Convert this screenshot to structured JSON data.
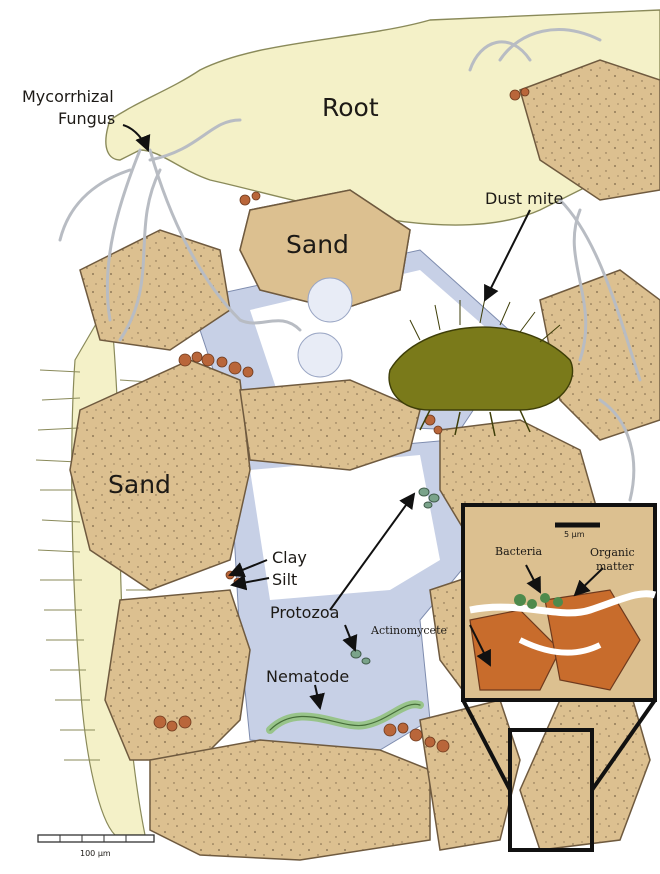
{
  "labels": {
    "mycorrhizal_line1": "Mycorrhizal",
    "mycorrhizal_line2": "Fungus",
    "root": "Root",
    "dust_mite": "Dust mite",
    "sand_upper": "Sand",
    "sand_left": "Sand",
    "clay": "Clay",
    "silt": "Silt",
    "protozoa": "Protozoa",
    "nematode": "Nematode",
    "actinomycete": "Actinomycete",
    "bacteria": "Bacteria",
    "organic_matter_line1": "Organic",
    "organic_matter_line2": "matter",
    "inset_scale": "5 µm",
    "main_scale": "100 µm"
  },
  "colors": {
    "sand": "#dcc090",
    "root": "#f4f1c8",
    "pore_water": "#c7d0e6",
    "clay_silt": "#b9663a",
    "mite": "#7a7a1a",
    "nematode": "#98c48a",
    "hyphae": "#b8bcc3"
  }
}
